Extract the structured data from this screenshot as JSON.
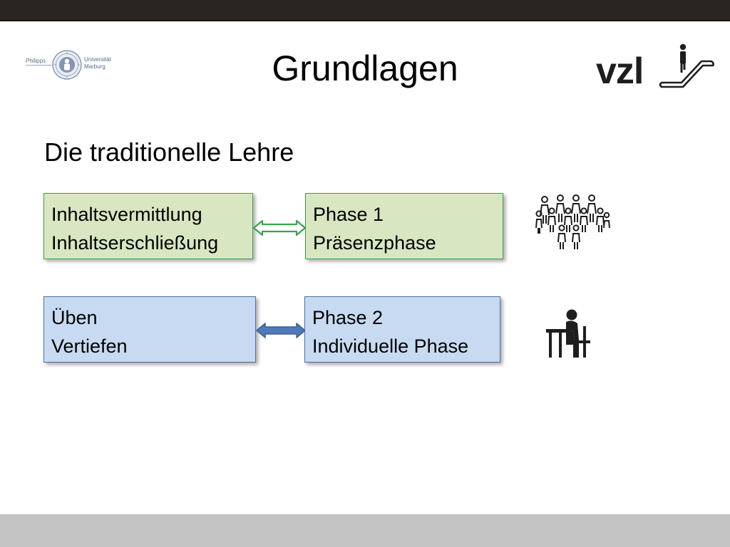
{
  "header": {
    "title": "Grundlagen",
    "left_logo": {
      "line1": "Philipps",
      "line2a": "Universität",
      "line2b": "Marburg",
      "icon": "university-seal"
    },
    "right_logo": {
      "text": "vzl",
      "icon": "escalator-person-icon"
    }
  },
  "content": {
    "subtitle": "Die traditionelle Lehre",
    "rows": [
      {
        "left": {
          "line1": "Inhaltsvermittlung",
          "line2": "Inhaltserschließung"
        },
        "right": {
          "line1": "Phase 1",
          "line2": "Präsenzphase"
        },
        "arrow": "double-arrow",
        "icon": "group-of-people-icon",
        "color": "#d8e6c1",
        "border": "#3aa34a"
      },
      {
        "left": {
          "line1": "Üben",
          "line2": "Vertiefen"
        },
        "right": {
          "line1": "Phase 2",
          "line2": "Individuelle Phase"
        },
        "arrow": "double-arrow",
        "icon": "person-at-desk-icon",
        "color": "#c7daf1",
        "border": "#4f6fa3"
      }
    ]
  },
  "colors": {
    "top_bar": "#2b2521",
    "bottom_bar": "#c4c4c4",
    "green_fill": "#d8e6c1",
    "green_border": "#3aa34a",
    "blue_fill": "#c7daf1",
    "blue_border": "#4f6fa3",
    "blue_arrow": "#4f7ab8"
  }
}
